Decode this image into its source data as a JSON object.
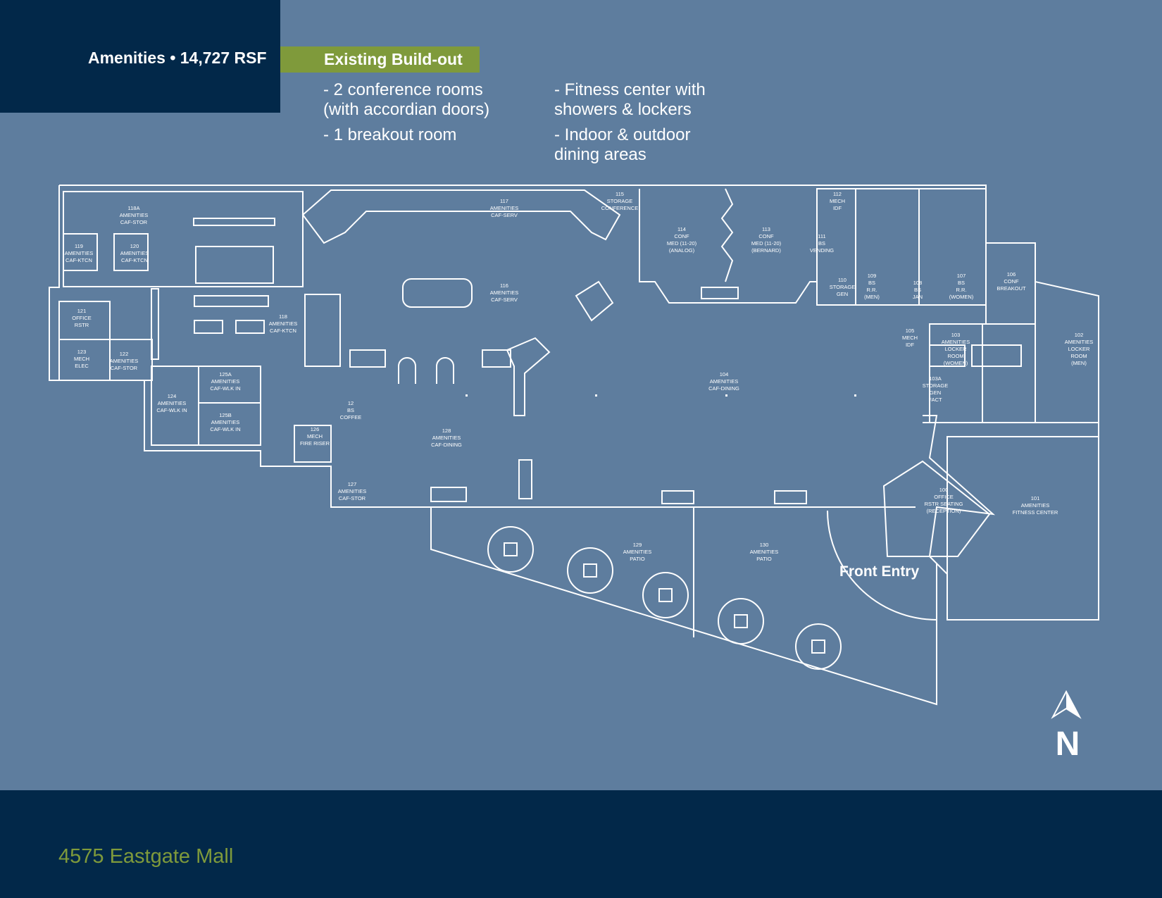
{
  "header": {
    "title": "Amenities • 14,727 RSF",
    "badge": "Existing Build-out",
    "bullets_left": [
      "- 2 conference rooms",
      "  (with accordian doors)",
      "- 1 breakout room"
    ],
    "bullets_right": [
      "- Fitness center with",
      "  showers & lockers",
      "- Indoor & outdoor",
      "  dining areas"
    ]
  },
  "plan": {
    "entry_label": "Front Entry",
    "north_label": "N",
    "rooms": [
      {
        "id": "r118a",
        "lines": [
          "118A",
          "AMENITIES",
          "CAF-STOR"
        ]
      },
      {
        "id": "r119",
        "lines": [
          "119",
          "AMENITIES",
          "CAF-KTCN"
        ]
      },
      {
        "id": "r120",
        "lines": [
          "120",
          "AMENITIES",
          "CAF-KTCN"
        ]
      },
      {
        "id": "r121",
        "lines": [
          "121",
          "OFFICE",
          "RSTR"
        ]
      },
      {
        "id": "r123",
        "lines": [
          "123",
          "MECH",
          "ELEC"
        ]
      },
      {
        "id": "r122",
        "lines": [
          "122",
          "AMENITIES",
          "CAF-STOR"
        ]
      },
      {
        "id": "r118",
        "lines": [
          "118",
          "AMENITIES",
          "CAF-KTCN"
        ]
      },
      {
        "id": "r124",
        "lines": [
          "124",
          "AMENITIES",
          "CAF-WLK IN"
        ]
      },
      {
        "id": "r125a",
        "lines": [
          "125A",
          "AMENITIES",
          "CAF-WLK IN"
        ]
      },
      {
        "id": "r125b",
        "lines": [
          "125B",
          "AMENITIES",
          "CAF-WLK IN"
        ]
      },
      {
        "id": "r126",
        "lines": [
          "126",
          "MECH",
          "FIRE RISER"
        ]
      },
      {
        "id": "r127",
        "lines": [
          "127",
          "AMENITIES",
          "CAF-STOR"
        ]
      },
      {
        "id": "r12x",
        "lines": [
          "12",
          "BS",
          "COFFEE"
        ]
      },
      {
        "id": "r117",
        "lines": [
          "117",
          "AMENITIES",
          "CAF-SERV"
        ]
      },
      {
        "id": "r116",
        "lines": [
          "116",
          "AMENITIES",
          "CAF-SERV"
        ]
      },
      {
        "id": "r115",
        "lines": [
          "115",
          "STORAGE",
          "CONFERENCE"
        ]
      },
      {
        "id": "r114",
        "lines": [
          "114",
          "CONF",
          "MED (11-20)",
          "(ANALOG)"
        ]
      },
      {
        "id": "r113",
        "lines": [
          "113",
          "CONF",
          "MED (11-20)",
          "(BERNARD)"
        ]
      },
      {
        "id": "r112",
        "lines": [
          "112",
          "MECH",
          "IDF"
        ]
      },
      {
        "id": "r111",
        "lines": [
          "111",
          "BS",
          "VENDING"
        ]
      },
      {
        "id": "r110",
        "lines": [
          "110",
          "STORAGE",
          "GEN"
        ]
      },
      {
        "id": "r109",
        "lines": [
          "109",
          "BS",
          "R.R.",
          "(MEN)"
        ]
      },
      {
        "id": "r108",
        "lines": [
          "108",
          "BS",
          "JAN"
        ]
      },
      {
        "id": "r107",
        "lines": [
          "107",
          "BS",
          "R.R.",
          "(WOMEN)"
        ]
      },
      {
        "id": "r106",
        "lines": [
          "106",
          "CONF",
          "BREAKOUT"
        ]
      },
      {
        "id": "r105",
        "lines": [
          "105",
          "MECH",
          "IDF"
        ]
      },
      {
        "id": "r103",
        "lines": [
          "103",
          "AMENITIES",
          "LOCKER",
          "ROOM",
          "(WOMEN)"
        ]
      },
      {
        "id": "r102",
        "lines": [
          "102",
          "AMENITIES",
          "LOCKER",
          "ROOM",
          "(MEN)"
        ]
      },
      {
        "id": "r103a",
        "lines": [
          "103A",
          "STORAGE",
          "GEN",
          "FACT"
        ]
      },
      {
        "id": "r104",
        "lines": [
          "104",
          "AMENITIES",
          "CAF-DINING"
        ]
      },
      {
        "id": "r128",
        "lines": [
          "128",
          "AMENITIES",
          "CAF-DINING"
        ]
      },
      {
        "id": "r100",
        "lines": [
          "100",
          "OFFICE",
          "RSTR SEATING",
          "(RECEPTION)"
        ]
      },
      {
        "id": "r101",
        "lines": [
          "101",
          "AMENITIES",
          "FITNESS CENTER"
        ]
      },
      {
        "id": "r129",
        "lines": [
          "129",
          "AMENITIES",
          "PATIO"
        ]
      },
      {
        "id": "r130",
        "lines": [
          "130",
          "AMENITIES",
          "PATIO"
        ]
      }
    ]
  },
  "footer": {
    "address": "4575 Eastgate Mall"
  },
  "colors": {
    "background": "#5e7d9e",
    "navy": "#022849",
    "olive": "#7f9a3b",
    "line": "#ffffff"
  }
}
